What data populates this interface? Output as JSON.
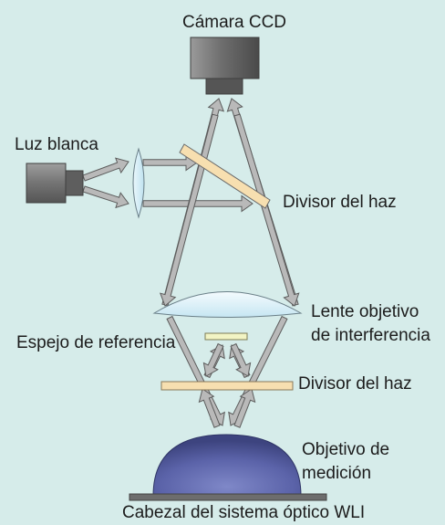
{
  "diagram": {
    "labels": {
      "camera": "Cámara CCD",
      "white_light": "Luz blanca",
      "beam_splitter_upper": "Divisor del haz",
      "interference_objective_line1": "Lente objetivo",
      "interference_objective_line2": "de interferencia",
      "reference_mirror": "Espejo de referencia",
      "beam_splitter_lower": "Divisor del haz",
      "measurement_objective_line1": "Objetivo de",
      "measurement_objective_line2": "medición",
      "caption": "Cabezal del sistema óptico WLI"
    },
    "colors": {
      "background": "#d6ecea",
      "device_gray": "#7c7c7c",
      "arrow_fill": "#b9b9b9",
      "splitter_fill": "#f7dfb0",
      "lens_fill": "#ddf2f9",
      "mirror_fill": "#f2f4c4",
      "sample_fill": "#5a62a8"
    }
  }
}
